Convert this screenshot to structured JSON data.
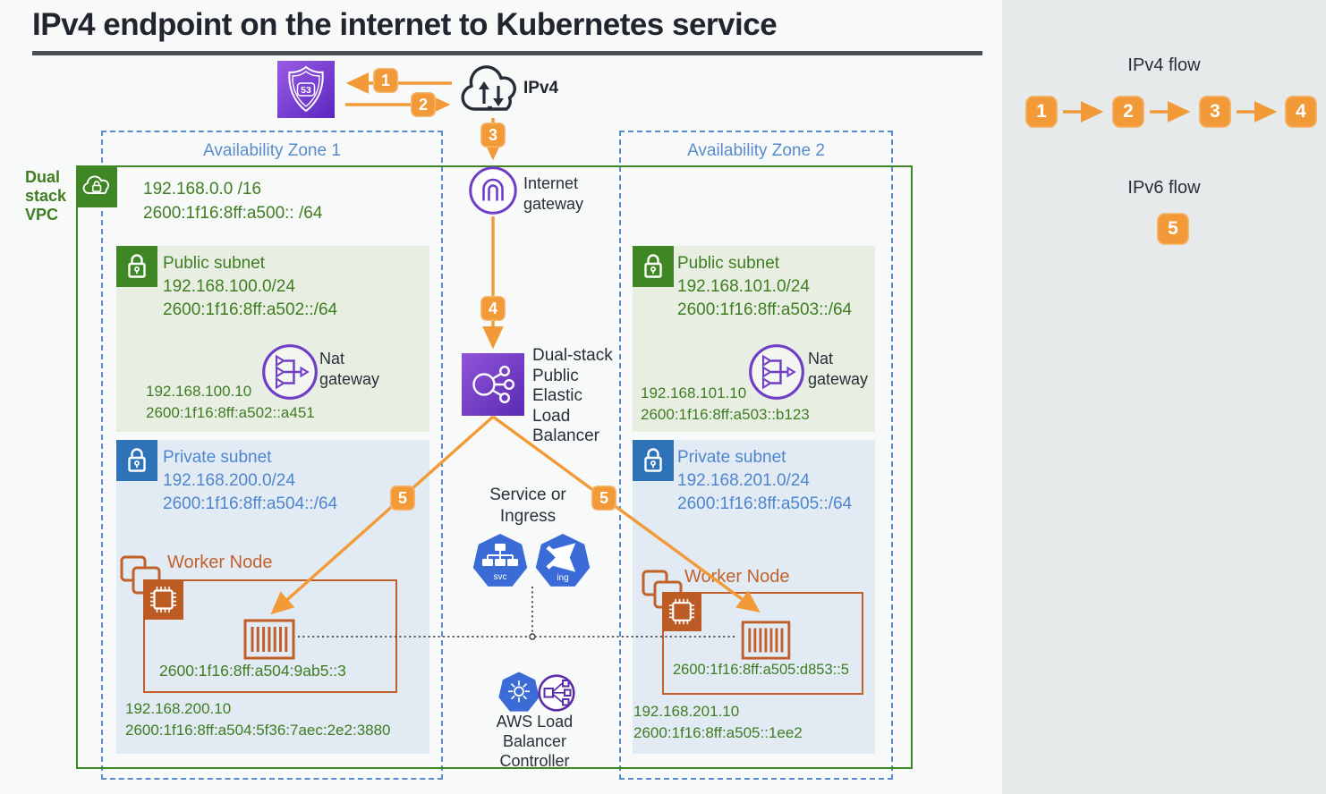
{
  "title": "IPv4 endpoint on the internet to Kubernetes service",
  "colors": {
    "accent_orange": "#F19A37",
    "vpc_green": "#3F8624",
    "subnet_green_bg": "#E8EFE2",
    "subnet_blue_bg": "#E2EAF3",
    "az_blue": "#5A8CCB",
    "text_green": "#3E7D22",
    "text_blue": "#4D86CD",
    "worker_orange": "#C05F2A",
    "aws_purple": "#6F3EC7",
    "k8s_blue": "#3B6BD6",
    "sidebar_bg": "#E7EAEA"
  },
  "external": {
    "ipv4_label": "IPv4",
    "route53_label": "53"
  },
  "badges": {
    "b1": "1",
    "b2": "2",
    "b3": "3",
    "b4": "4",
    "b5": "5"
  },
  "vpc": {
    "label": "Dual stack VPC",
    "cidr_v4": "192.168.0.0 /16",
    "cidr_v6": "2600:1f16:8ff:a500:: /64"
  },
  "center": {
    "internet_gateway_label": "Internet gateway",
    "elb_label": "Dual-stack Public Elastic Load Balancer",
    "service_or_ingress_label": "Service or Ingress",
    "svc_label": "svc",
    "ing_label": "ing",
    "albc_label": "AWS Load Balancer Controller"
  },
  "az1": {
    "title": "Availability Zone 1",
    "public": {
      "label": "Public subnet",
      "cidr_v4": "192.168.100.0/24",
      "cidr_v6": "2600:1f16:8ff:a502::/64",
      "nat_label": "Nat gateway",
      "nat_ip_v4": "192.168.100.10",
      "nat_ip_v6": "2600:1f16:8ff:a502::a451"
    },
    "private": {
      "label": "Private subnet",
      "cidr_v4": "192.168.200.0/24",
      "cidr_v6": "2600:1f16:8ff:a504::/64",
      "worker_label": "Worker Node",
      "pod_ip_v6": "2600:1f16:8ff:a504:9ab5::3",
      "node_ip_v4": "192.168.200.10",
      "node_ip_v6": "2600:1f16:8ff:a504:5f36:7aec:2e2:3880"
    }
  },
  "az2": {
    "title": "Availability Zone 2",
    "public": {
      "label": "Public subnet",
      "cidr_v4": "192.168.101.0/24",
      "cidr_v6": "2600:1f16:8ff:a503::/64",
      "nat_label": "Nat gateway",
      "nat_ip_v4": "192.168.101.10",
      "nat_ip_v6": "2600:1f16:8ff:a503::b123"
    },
    "private": {
      "label": "Private subnet",
      "cidr_v4": "192.168.201.0/24",
      "cidr_v6": "2600:1f16:8ff:a505::/64",
      "worker_label": "Worker Node",
      "pod_ip_v6": "2600:1f16:8ff:a505:d853::5",
      "node_ip_v4": "192.168.201.10",
      "node_ip_v6": "2600:1f16:8ff:a505::1ee2"
    }
  },
  "legend": {
    "ipv4_title": "IPv4 flow",
    "ipv6_title": "IPv6 flow"
  }
}
